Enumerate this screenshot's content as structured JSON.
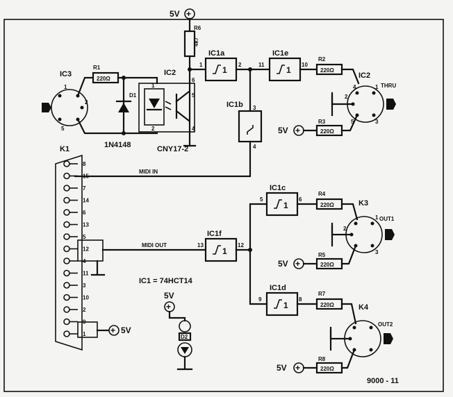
{
  "supply": {
    "label": "5V"
  },
  "gates": {
    "ic1a": {
      "ref": "IC1a",
      "sym": "1",
      "pin_in": "1",
      "pin_out": "2"
    },
    "ic1e": {
      "ref": "IC1e",
      "sym": "1",
      "pin_in": "11",
      "pin_out": "10"
    },
    "ic1b": {
      "ref": "IC1b",
      "pin_in": "3",
      "pin_out": "4"
    },
    "ic1c": {
      "ref": "IC1c",
      "sym": "1",
      "pin_in": "5",
      "pin_out": "6"
    },
    "ic1f": {
      "ref": "IC1f",
      "sym": "1",
      "pin_in": "13",
      "pin_out": "12"
    },
    "ic1d": {
      "ref": "IC1d",
      "sym": "1",
      "pin_in": "9",
      "pin_out": "8"
    }
  },
  "resistors": {
    "r1": {
      "ref": "R1",
      "value": "220Ω"
    },
    "r2": {
      "ref": "R2",
      "value": "220Ω"
    },
    "r3": {
      "ref": "R3",
      "value": "220Ω"
    },
    "r4": {
      "ref": "R4",
      "value": "220Ω"
    },
    "r5": {
      "ref": "R5",
      "value": "220Ω"
    },
    "r6": {
      "ref": "R6",
      "value": "4k7"
    },
    "r7": {
      "ref": "R7",
      "value": "220Ω"
    },
    "r8": {
      "ref": "R8",
      "value": "220Ω"
    }
  },
  "parts": {
    "diode_ref": "D1",
    "diode_type": "1N4148",
    "opto_ref": "IC2",
    "opto_type": "CNY17-2",
    "in_jack": "IC3",
    "thru_jack": "IC2",
    "out_jack": "K3",
    "out2_jack": "K4",
    "sub_d": "K1",
    "led_ref": "D2"
  },
  "labels": {
    "thru": "THRU",
    "out1": "OUT1",
    "out2": "OUT2",
    "midi_in": "MIDI IN",
    "midi_out": "MIDI OUT",
    "ic1_note": "IC1 = 74HCT14",
    "figure_no": "9000 - 11",
    "pin5v": "5V"
  },
  "pins": {
    "k1": [
      "8",
      "15",
      "7",
      "14",
      "6",
      "13",
      "5",
      "12",
      "4",
      "11",
      "3",
      "10",
      "2",
      "9",
      "1"
    ],
    "opto": [
      "1",
      "2",
      "6",
      "5",
      "4"
    ],
    "jack": [
      "1",
      "2",
      "3",
      "4",
      "5"
    ]
  }
}
